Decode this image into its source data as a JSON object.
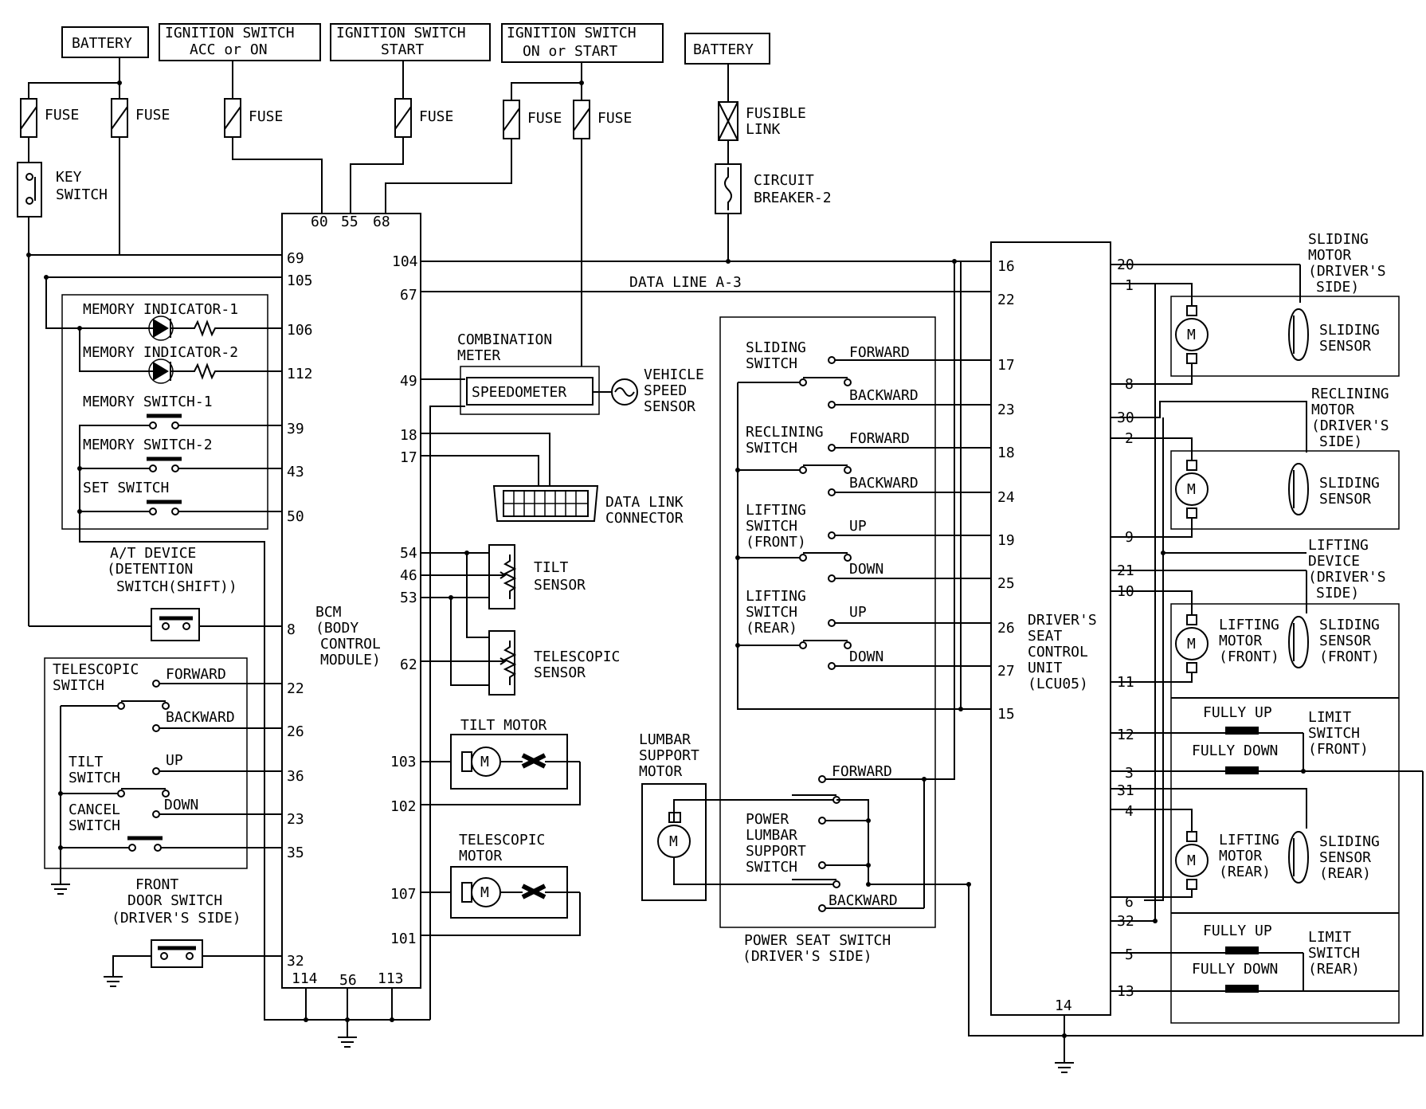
{
  "sources": {
    "battery_left": "BATTERY",
    "ign_acc_on_1": "IGNITION SWITCH",
    "ign_acc_on_2": "ACC or ON",
    "ign_start_1": "IGNITION SWITCH",
    "ign_start_2": "START",
    "ign_on_start_1": "IGNITION SWITCH",
    "ign_on_start_2": "ON or START",
    "battery_right": "BATTERY"
  },
  "fuses": {
    "fuse": "FUSE",
    "fusible_link_1": "FUSIBLE",
    "fusible_link_2": "LINK",
    "circuit_breaker_1": "CIRCUIT",
    "circuit_breaker_2": "BREAKER-2"
  },
  "left": {
    "key_switch_1": "KEY",
    "key_switch_2": "SWITCH",
    "memory_indicator_1": "MEMORY INDICATOR-1",
    "memory_indicator_2": "MEMORY INDICATOR-2",
    "memory_switch_1": "MEMORY SWITCH-1",
    "memory_switch_2": "MEMORY SWITCH-2",
    "set_switch": "SET SWITCH",
    "at_device_1": "A/T DEVICE",
    "at_device_2": "(DETENTION",
    "at_device_3": "SWITCH(SHIFT))",
    "telescopic_switch_1": "TELESCOPIC",
    "telescopic_switch_2": "SWITCH",
    "forward": "FORWARD",
    "backward": "BACKWARD",
    "tilt_switch_1": "TILT",
    "tilt_switch_2": "SWITCH",
    "up": "UP",
    "down": "DOWN",
    "cancel_switch_1": "CANCEL",
    "cancel_switch_2": "SWITCH",
    "front_door_1": "FRONT",
    "front_door_2": "DOOR SWITCH",
    "front_door_3": "(DRIVER'S SIDE)"
  },
  "bcm": {
    "name_1": "BCM",
    "name_2": "(BODY",
    "name_3": "CONTROL",
    "name_4": "MODULE)",
    "pins_top": [
      "60",
      "55",
      "68"
    ],
    "pins_left": [
      "69",
      "105",
      "106",
      "112",
      "39",
      "43",
      "50",
      "8",
      "22",
      "26",
      "36",
      "23",
      "35",
      "32"
    ],
    "pins_right": [
      "104",
      "67",
      "49",
      "18",
      "17",
      "54",
      "46",
      "53",
      "62",
      "103",
      "102",
      "107",
      "101"
    ],
    "pins_bottom": [
      "114",
      "56",
      "113"
    ]
  },
  "middle": {
    "data_line": "DATA LINE A-3",
    "combination_meter_1": "COMBINATION",
    "combination_meter_2": "METER",
    "speedometer": "SPEEDOMETER",
    "vehicle_speed_sensor_1": "VEHICLE",
    "vehicle_speed_sensor_2": "SPEED",
    "vehicle_speed_sensor_3": "SENSOR",
    "data_link_connector_1": "DATA LINK",
    "data_link_connector_2": "CONNECTOR",
    "tilt_sensor_1": "TILT",
    "tilt_sensor_2": "SENSOR",
    "telescopic_sensor_1": "TELESCOPIC",
    "telescopic_sensor_2": "SENSOR",
    "tilt_motor": "TILT MOTOR",
    "telescopic_motor_1": "TELESCOPIC",
    "telescopic_motor_2": "MOTOR",
    "motor_symbol": "M"
  },
  "seat_switch": {
    "sliding_switch_1": "SLIDING",
    "sliding_switch_2": "SWITCH",
    "reclining_switch_1": "RECLINING",
    "reclining_switch_2": "SWITCH",
    "lifting_front_1": "LIFTING",
    "lifting_front_2": "SWITCH",
    "lifting_front_3": "(FRONT)",
    "lifting_rear_1": "LIFTING",
    "lifting_rear_2": "SWITCH",
    "lifting_rear_3": "(REAR)",
    "forward": "FORWARD",
    "backward": "BACKWARD",
    "up": "UP",
    "down": "DOWN",
    "lumbar_motor_1": "LUMBAR",
    "lumbar_motor_2": "SUPPORT",
    "lumbar_motor_3": "MOTOR",
    "power_lumbar_1": "POWER",
    "power_lumbar_2": "LUMBAR",
    "power_lumbar_3": "SUPPORT",
    "power_lumbar_4": "SWITCH",
    "power_seat_switch_1": "POWER SEAT SWITCH",
    "power_seat_switch_2": "(DRIVER'S SIDE)"
  },
  "lcu": {
    "name_1": "DRIVER'S",
    "name_2": "SEAT",
    "name_3": "CONTROL",
    "name_4": "UNIT",
    "name_5": "(LCU05)",
    "pins_left": [
      "16",
      "22",
      "17",
      "23",
      "18",
      "24",
      "19",
      "25",
      "26",
      "27",
      "15"
    ],
    "pins_right": [
      "20",
      "1",
      "8",
      "30",
      "2",
      "9",
      "21",
      "10",
      "11",
      "12",
      "3",
      "31",
      "4",
      "6",
      "32",
      "5",
      "13"
    ],
    "pin_bottom": "14"
  },
  "right": {
    "sliding_motor_1": "SLIDING",
    "sliding_motor_2": "MOTOR",
    "sliding_motor_3": "(DRIVER'S",
    "sliding_motor_4": "SIDE)",
    "reclining_motor_1": "RECLINING",
    "reclining_motor_2": "MOTOR",
    "reclining_motor_3": "(DRIVER'S",
    "reclining_motor_4": "SIDE)",
    "lifting_device_1": "LIFTING",
    "lifting_device_2": "DEVICE",
    "lifting_device_3": "(DRIVER'S",
    "lifting_device_4": "SIDE)",
    "sliding_sensor_1": "SLIDING",
    "sliding_sensor_2": "SENSOR",
    "lifting_motor_1": "LIFTING",
    "lifting_motor_2": "MOTOR",
    "front": "(FRONT)",
    "rear": "(REAR)",
    "fully_up": "FULLY UP",
    "fully_down": "FULLY DOWN",
    "limit_switch_1": "LIMIT",
    "limit_switch_2": "SWITCH",
    "limit_front": "(FRONT)",
    "limit_rear": "(REAR)"
  }
}
